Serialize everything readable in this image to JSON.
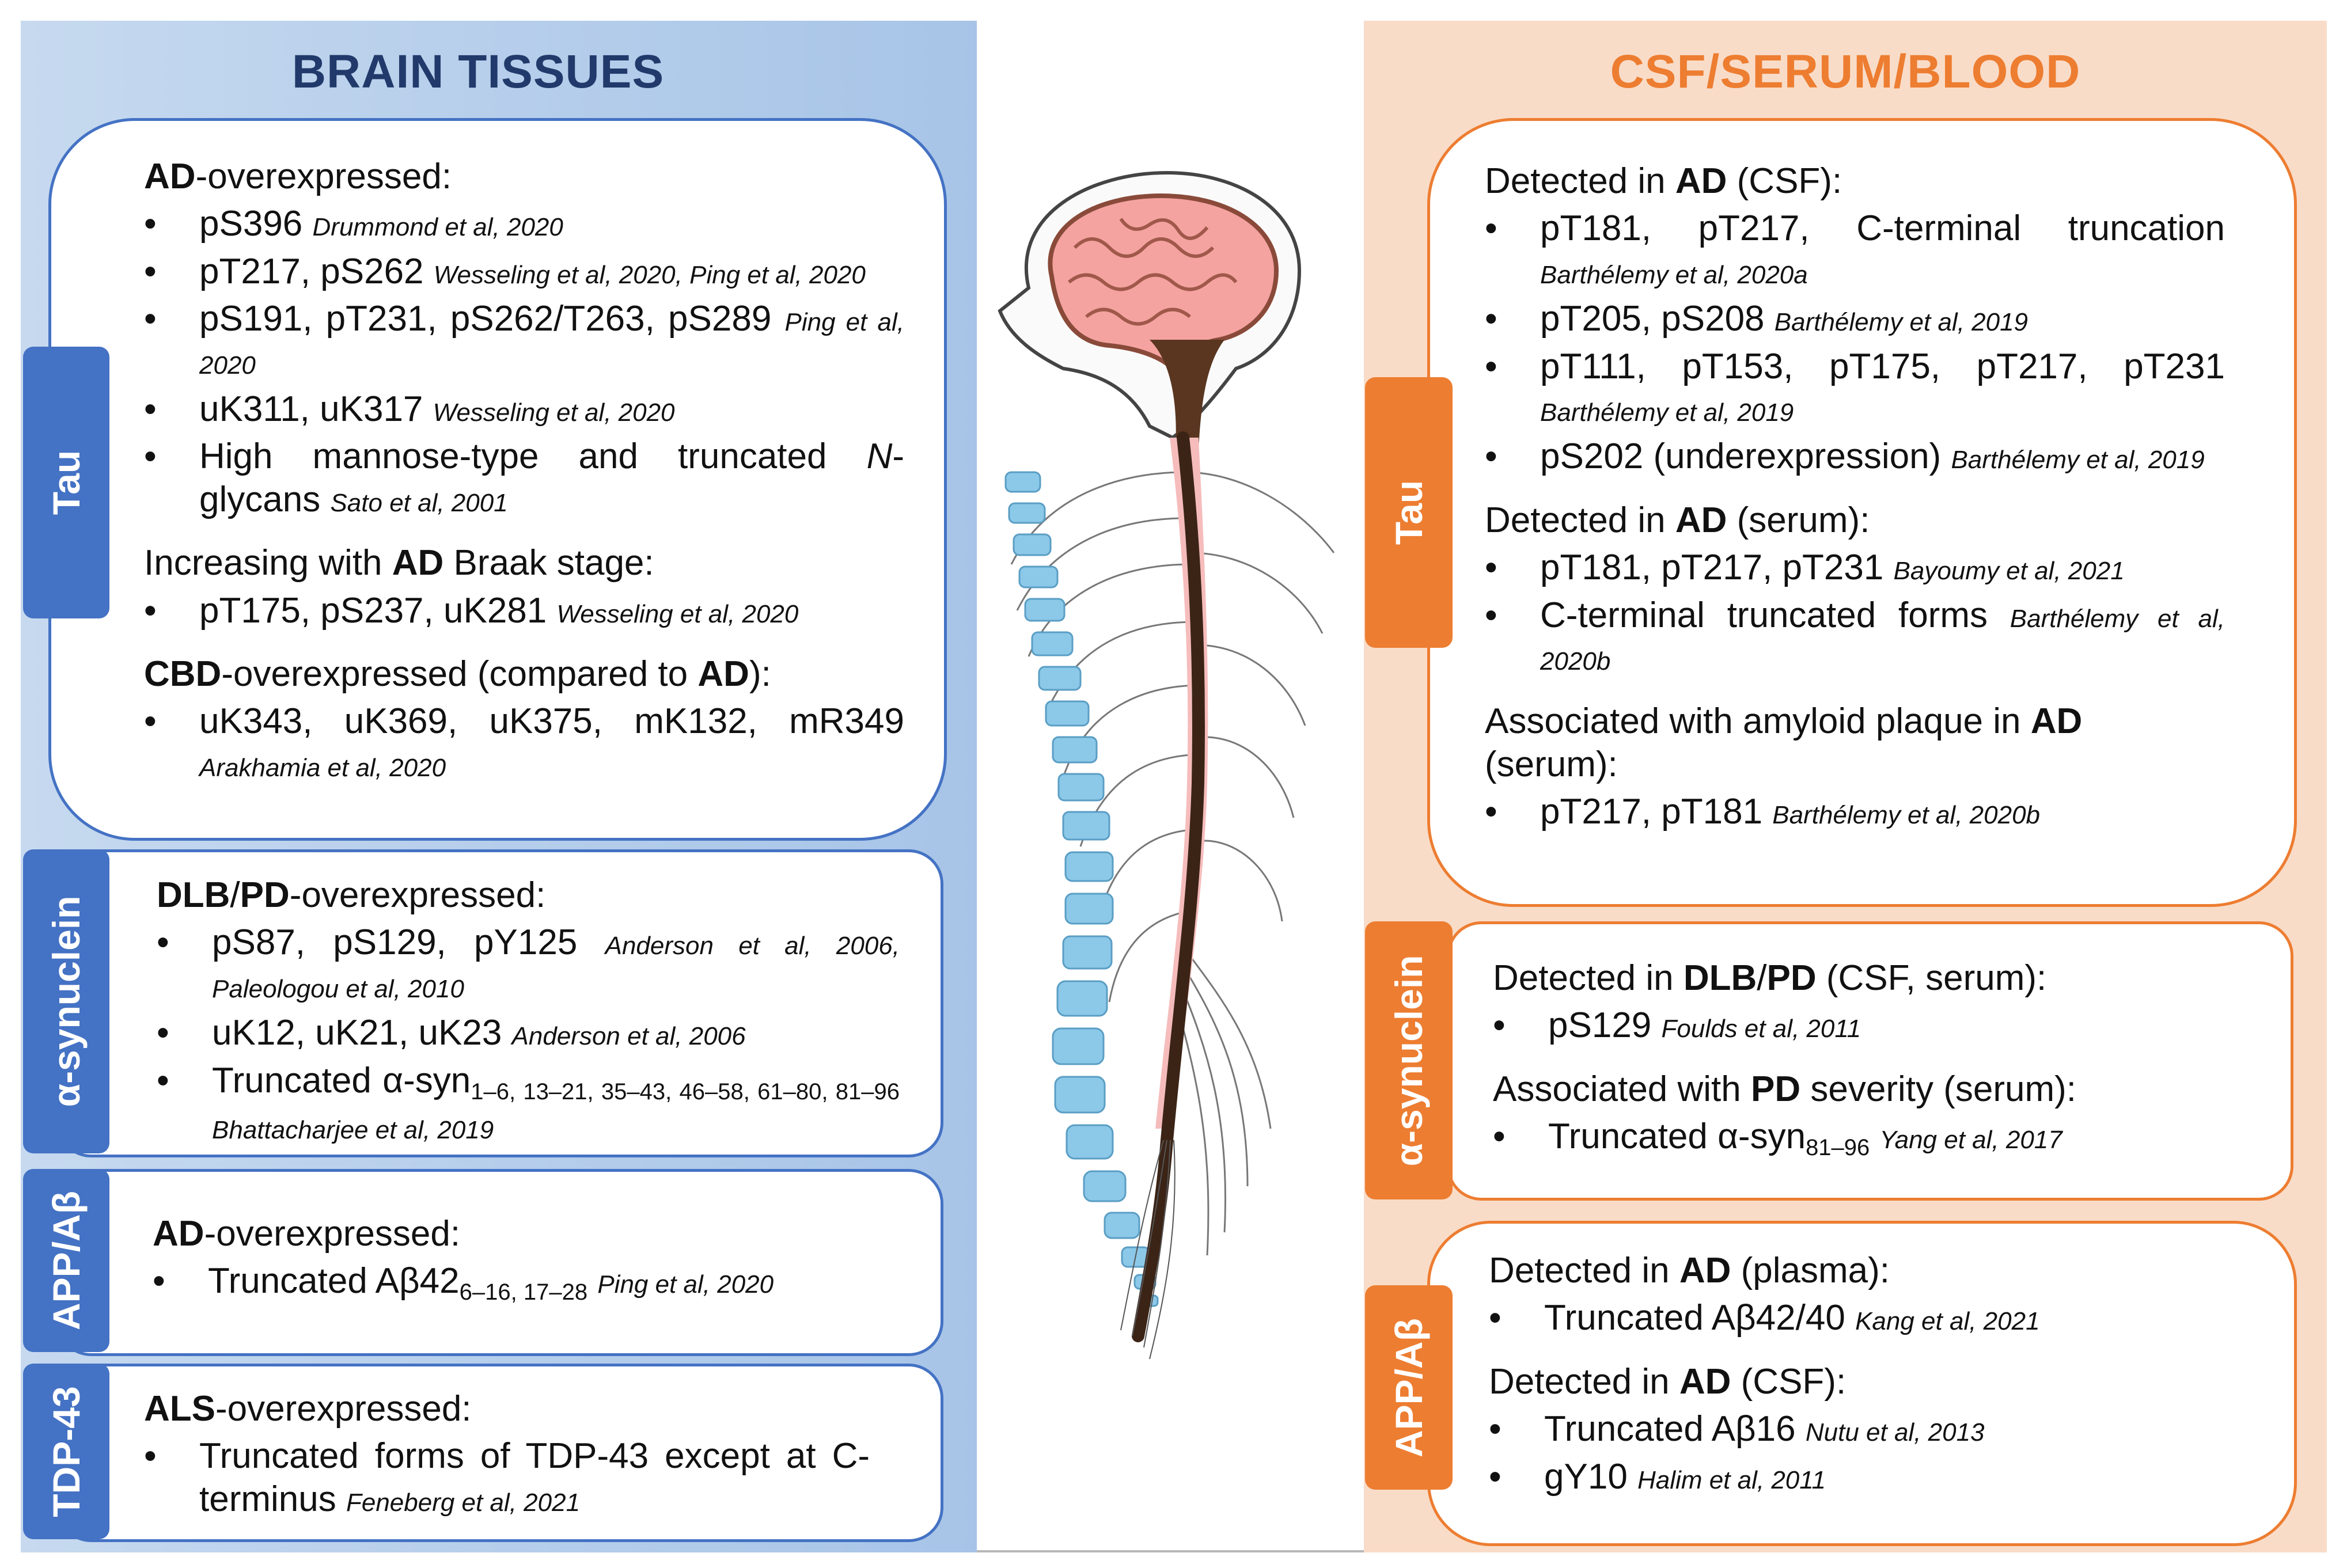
{
  "left_panel": {
    "title": "BRAIN TISSUES",
    "tau": {
      "tab": "Tau",
      "sections": [
        {
          "head_parts": [
            {
              "t": "AD",
              "b": true
            },
            {
              "t": "-overexpressed:"
            }
          ],
          "items": [
            [
              {
                "t": "pS396 "
              },
              {
                "t": "Drummond et al, 2020",
                "ref": true
              }
            ],
            [
              {
                "t": "pT217, pS262 "
              },
              {
                "t": "Wesseling et al, 2020, Ping et al, 2020",
                "ref": true
              }
            ],
            [
              {
                "t": "pS191, pT231, pS262/T263, pS289 "
              },
              {
                "t": "Ping et al, 2020",
                "ref": true
              }
            ],
            [
              {
                "t": "uK311, uK317 "
              },
              {
                "t": "Wesseling et al, 2020",
                "ref": true
              }
            ],
            [
              {
                "t": "High mannose-type and truncated "
              },
              {
                "t": "N",
                "i": true
              },
              {
                "t": "-glycans "
              },
              {
                "t": "Sato et al, 2001",
                "ref": true
              }
            ]
          ]
        },
        {
          "head_parts": [
            {
              "t": "Increasing with "
            },
            {
              "t": "AD",
              "b": true
            },
            {
              "t": " Braak stage:"
            }
          ],
          "items": [
            [
              {
                "t": "pT175, pS237, uK281 "
              },
              {
                "t": "Wesseling et al, 2020",
                "ref": true
              }
            ]
          ]
        },
        {
          "head_parts": [
            {
              "t": "CBD",
              "b": true
            },
            {
              "t": "-overexpressed (compared to "
            },
            {
              "t": "AD",
              "b": true
            },
            {
              "t": "):"
            }
          ],
          "items": [
            [
              {
                "t": "uK343, uK369, uK375, mK132, mR349 "
              },
              {
                "t": "Arakhamia et al, 2020",
                "ref": true
              }
            ]
          ]
        }
      ]
    },
    "asyn": {
      "tab": "α-synuclein",
      "sections": [
        {
          "head_parts": [
            {
              "t": "DLB",
              "b": true
            },
            {
              "t": "/"
            },
            {
              "t": "PD",
              "b": true
            },
            {
              "t": "-overexpressed:"
            }
          ],
          "items": [
            [
              {
                "t": "pS87, pS129, pY125 "
              },
              {
                "t": "Anderson et al, 2006, Paleologou et al, 2010",
                "ref": true
              }
            ],
            [
              {
                "t": "uK12, uK21, uK23 "
              },
              {
                "t": "Anderson et al, 2006",
                "ref": true
              }
            ],
            [
              {
                "t": "Truncated α-syn"
              },
              {
                "t": "1–6, 13–21, 35–43, 46–58, 61–80, 81–96",
                "sub": true
              },
              {
                "t": " "
              },
              {
                "t": "Bhattacharjee et al, 2019",
                "ref": true
              }
            ]
          ]
        }
      ]
    },
    "app": {
      "tab": "APP/Aβ",
      "sections": [
        {
          "head_parts": [
            {
              "t": "AD",
              "b": true
            },
            {
              "t": "-overexpressed:"
            }
          ],
          "items": [
            [
              {
                "t": "Truncated Aβ42"
              },
              {
                "t": "6–16, 17–28",
                "sub": true
              },
              {
                "t": " "
              },
              {
                "t": "Ping et al, 2020",
                "ref": true
              }
            ]
          ]
        }
      ]
    },
    "tdp": {
      "tab": "TDP-43",
      "sections": [
        {
          "head_parts": [
            {
              "t": "ALS",
              "b": true
            },
            {
              "t": "-overexpressed:"
            }
          ],
          "items": [
            [
              {
                "t": "Truncated forms of TDP-43 except at C-terminus "
              },
              {
                "t": "Feneberg et al, 2021",
                "ref": true
              }
            ]
          ]
        }
      ]
    }
  },
  "right_panel": {
    "title": "CSF/SERUM/BLOOD",
    "tau": {
      "tab": "Tau",
      "sections": [
        {
          "head_parts": [
            {
              "t": "Detected in "
            },
            {
              "t": "AD",
              "b": true
            },
            {
              "t": " (CSF):"
            }
          ],
          "items": [
            [
              {
                "t": "pT181, pT217, C-terminal truncation "
              },
              {
                "t": "Barthélemy et al, 2020a",
                "ref": true
              }
            ],
            [
              {
                "t": "pT205, pS208 "
              },
              {
                "t": "Barthélemy et al, 2019",
                "ref": true
              }
            ],
            [
              {
                "t": "pT111, pT153, pT175, pT217, pT231 "
              },
              {
                "t": "Barthélemy et al, 2019",
                "ref": true
              }
            ],
            [
              {
                "t": "pS202 (underexpression) "
              },
              {
                "t": "Barthélemy et al, 2019",
                "ref": true
              }
            ]
          ]
        },
        {
          "head_parts": [
            {
              "t": "Detected in "
            },
            {
              "t": "AD",
              "b": true
            },
            {
              "t": " (serum):"
            }
          ],
          "items": [
            [
              {
                "t": "pT181, pT217, pT231 "
              },
              {
                "t": "Bayoumy et al, 2021",
                "ref": true
              }
            ],
            [
              {
                "t": "C-terminal truncated forms "
              },
              {
                "t": "Barthélemy et al, 2020b",
                "ref": true
              }
            ]
          ]
        },
        {
          "head_parts": [
            {
              "t": "Associated with amyloid plaque in "
            },
            {
              "t": "AD",
              "b": true
            },
            {
              "t": " (serum):"
            }
          ],
          "items": [
            [
              {
                "t": "pT217, pT181 "
              },
              {
                "t": "Barthélemy et al, 2020b",
                "ref": true
              }
            ]
          ]
        }
      ]
    },
    "asyn": {
      "tab": "α-synuclein",
      "sections": [
        {
          "head_parts": [
            {
              "t": "Detected in "
            },
            {
              "t": "DLB",
              "b": true
            },
            {
              "t": "/"
            },
            {
              "t": "PD",
              "b": true
            },
            {
              "t": " (CSF, serum):"
            }
          ],
          "items": [
            [
              {
                "t": "pS129 "
              },
              {
                "t": "Foulds et al, 2011",
                "ref": true
              }
            ]
          ]
        },
        {
          "head_parts": [
            {
              "t": "Associated with "
            },
            {
              "t": "PD",
              "b": true
            },
            {
              "t": " severity (serum):"
            }
          ],
          "items": [
            [
              {
                "t": "Truncated α-syn"
              },
              {
                "t": "81–96",
                "sub": true
              },
              {
                "t": " "
              },
              {
                "t": "Yang et al, 2017",
                "ref": true
              }
            ]
          ]
        }
      ]
    },
    "app": {
      "tab": "APP/Aβ",
      "sections": [
        {
          "head_parts": [
            {
              "t": "Detected in "
            },
            {
              "t": "AD",
              "b": true
            },
            {
              "t": " (plasma):"
            }
          ],
          "items": [
            [
              {
                "t": "Truncated Aβ42/40 "
              },
              {
                "t": "Kang et al, 2021",
                "ref": true
              }
            ]
          ]
        },
        {
          "head_parts": [
            {
              "t": "Detected in "
            },
            {
              "t": "AD",
              "b": true
            },
            {
              "t": " (CSF):"
            }
          ],
          "items": [
            [
              {
                "t": "Truncated Aβ16 "
              },
              {
                "t": "Nutu et al, 2013",
                "ref": true
              }
            ],
            [
              {
                "t": "gY10 "
              },
              {
                "t": "Halim et al, 2011",
                "ref": true
              }
            ]
          ]
        }
      ]
    }
  },
  "illustration": {
    "icon": "brain-spinal-cord-icon",
    "colors": {
      "brain": "#f4a3a0",
      "spine_vertebrae": "#8cc8e8",
      "cord": "#3b2416",
      "skull_outline": "#444444"
    }
  }
}
